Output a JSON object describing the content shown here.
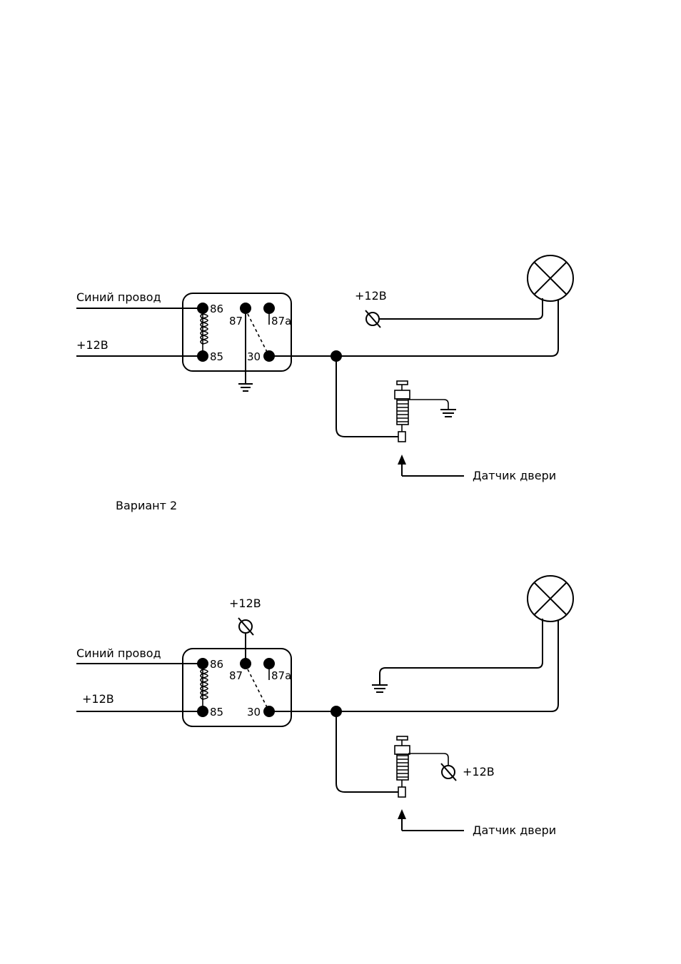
{
  "variant1": {
    "blue_wire": "Синий провод",
    "plus12_left": "+12В",
    "plus12_fuse": "+12В",
    "door_sensor": "Датчик двери",
    "pins": {
      "p86": "86",
      "p85": "85",
      "p87": "87",
      "p87a": "87a",
      "p30": "30"
    }
  },
  "variant2_title": "Вариант 2",
  "variant2": {
    "blue_wire": "Синий провод",
    "plus12_left": "+12В",
    "plus12_top": "+12В",
    "plus12_sensor": "+12В",
    "door_sensor": "Датчик двери",
    "pins": {
      "p86": "86",
      "p85": "85",
      "p87": "87",
      "p87a": "87a",
      "p30": "30"
    }
  },
  "icons": {
    "lamp": "lamp-icon",
    "fuse": "fuse-icon",
    "ground": "ground-icon",
    "coil": "relay-coil-icon",
    "switch": "door-switch-icon"
  },
  "colors": {
    "line": "#000000",
    "background": "#ffffff"
  }
}
